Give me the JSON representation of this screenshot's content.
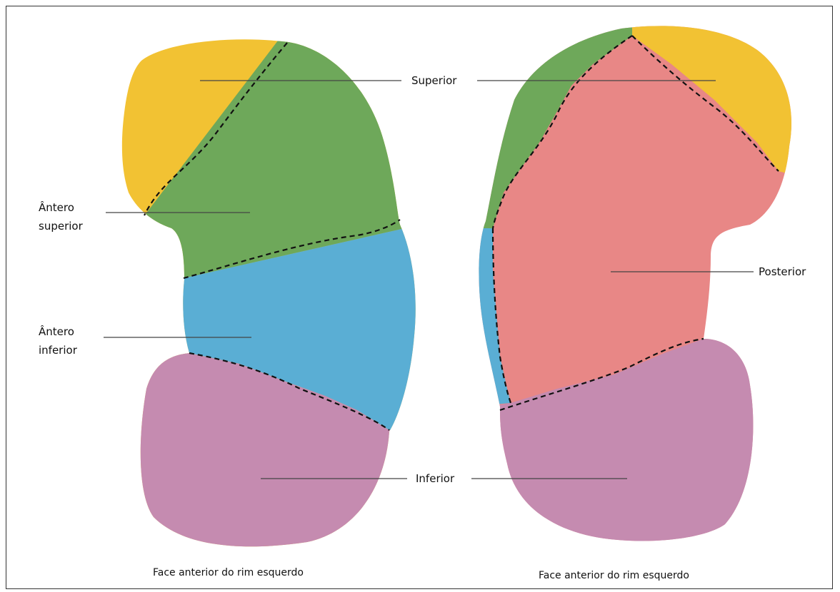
{
  "labels": {
    "superior": "Superior",
    "antero_superior_1": "Ântero",
    "antero_superior_2": "superior",
    "antero_inferior_1": "Ântero",
    "antero_inferior_2": "inferior",
    "posterior": "Posterior",
    "inferior": "Inferior"
  },
  "captions": {
    "left": "Face anterior do rim esquerdo",
    "right": "Face anterior do rim esquerdo"
  },
  "colors": {
    "superior_segment": "#f2c233",
    "antero_superior_segment": "#6ea85a",
    "antero_inferior_segment": "#5aaed4",
    "inferior_segment": "#c58bb0",
    "posterior_segment": "#e88786"
  }
}
